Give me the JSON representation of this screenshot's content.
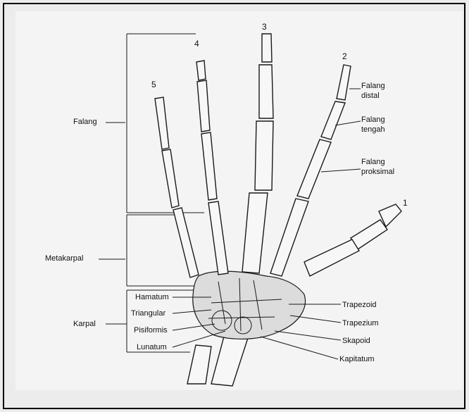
{
  "figure": {
    "finger_numbers": [
      "1",
      "2",
      "3",
      "4",
      "5"
    ],
    "group_labels": {
      "phalanges": "Falang",
      "metacarpals": "Metakarpal",
      "carpals": "Karpal"
    },
    "phalanx_labels": {
      "distal": [
        "Falang",
        "distal"
      ],
      "middle": [
        "Falang",
        "tengah"
      ],
      "proximal": [
        "Falang",
        "proksimal"
      ]
    },
    "carpal_labels_left": [
      "Hamatum",
      "Triangular",
      "Pisiformis",
      "Lunatum"
    ],
    "carpal_labels_right": [
      "Trapezoid",
      "Trapezium",
      "Skapoid",
      "Kapitatum"
    ]
  }
}
